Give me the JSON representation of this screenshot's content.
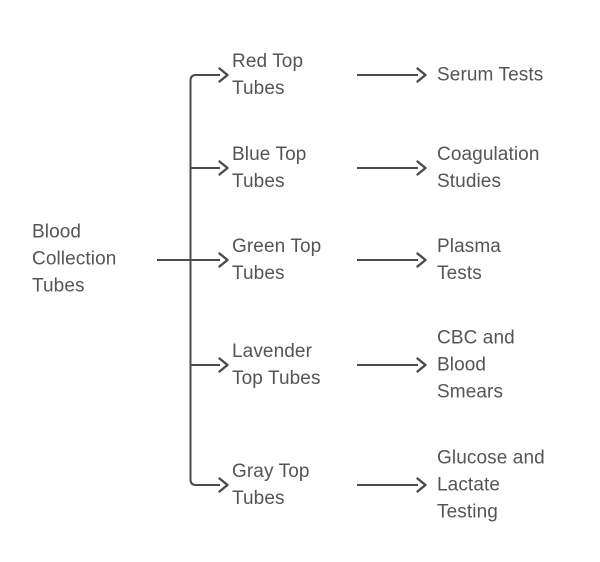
{
  "background": "#ffffff",
  "colors": {
    "line": "#4a4a4a",
    "text": "#555555"
  },
  "root": {
    "label": "Blood Collection Tubes",
    "lines": [
      "Blood",
      "Collection",
      "Tubes"
    ]
  },
  "branches": [
    {
      "tube": {
        "label": "Red Top Tubes",
        "lines": [
          "Red Top",
          "Tubes"
        ]
      },
      "test": {
        "label": "Serum Tests",
        "lines": [
          "Serum Tests"
        ]
      }
    },
    {
      "tube": {
        "label": "Blue Top Tubes",
        "lines": [
          "Blue Top",
          "Tubes"
        ]
      },
      "test": {
        "label": "Coagulation Studies",
        "lines": [
          "Coagulation",
          "Studies"
        ]
      }
    },
    {
      "tube": {
        "label": "Green Top Tubes",
        "lines": [
          "Green Top",
          "Tubes"
        ]
      },
      "test": {
        "label": "Plasma Tests",
        "lines": [
          "Plasma",
          "Tests"
        ]
      }
    },
    {
      "tube": {
        "label": "Lavender Top Tubes",
        "lines": [
          "Lavender",
          "Top Tubes"
        ]
      },
      "test": {
        "label": "CBC and Blood Smears",
        "lines": [
          "CBC and",
          "Blood",
          "Smears"
        ]
      }
    },
    {
      "tube": {
        "label": "Gray Top Tubes",
        "lines": [
          "Gray Top",
          "Tubes"
        ]
      },
      "test": {
        "label": "Glucose and Lactate Testing",
        "lines": [
          "Glucose and",
          "Lactate",
          "Testing"
        ]
      }
    }
  ]
}
